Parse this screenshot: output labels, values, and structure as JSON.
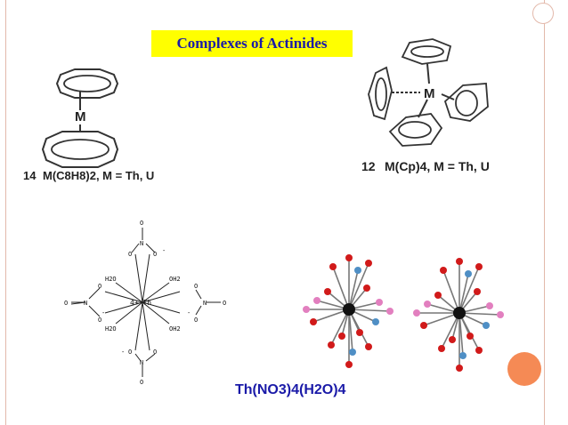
{
  "slide": {
    "title": "Complexes of Actinides",
    "accent_color": "#f58a55",
    "frame_color": "#e3b9ab",
    "title_bg": "#ffff00",
    "title_color": "#1a1aa8"
  },
  "sandwich": {
    "metal_label": "M",
    "caption_number": "14",
    "caption_formula": "M(C8H8)2, M = Th, U"
  },
  "cp_complex": {
    "metal_label": "M",
    "caption_number": "12",
    "caption_formula": "M(Cp)4, M = Th, U"
  },
  "nitrate_structure": {
    "center_label": "4+ Th",
    "ligands": [
      "H2O",
      "OH2",
      "H2O",
      "OH2"
    ],
    "atoms": [
      "O",
      "N",
      "O",
      "O",
      "O",
      "N",
      "O",
      "O",
      "O",
      "N",
      "O",
      "O",
      "O",
      "N",
      "O",
      "O"
    ],
    "charges": [
      "-",
      "-",
      "-",
      "-"
    ]
  },
  "ball_stick": {
    "caption": "Th(NO3)4(H2O)4"
  }
}
